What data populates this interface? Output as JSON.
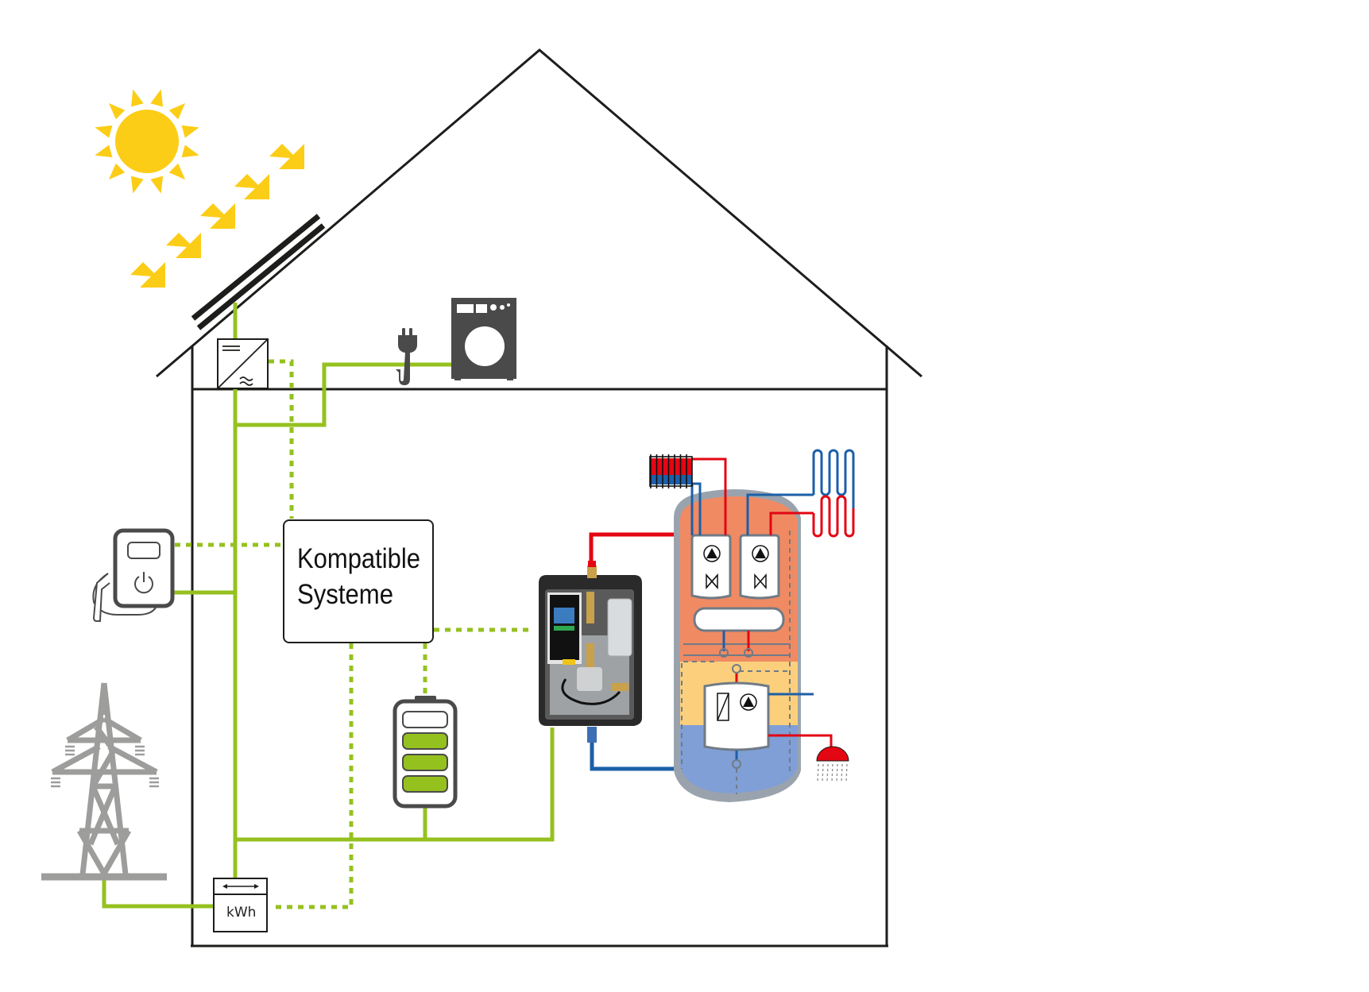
{
  "title": "Kompatible Systeme",
  "diagram": {
    "central_box": {
      "line1": "Kompatible",
      "line2": "Systeme"
    },
    "meter": {
      "label": "kWh",
      "symbol": "bidirectional-arrow"
    },
    "components": [
      {
        "id": "sun",
        "icon": "sun-icon"
      },
      {
        "id": "sun-rays",
        "icon": "sunlight-arrows-icon"
      },
      {
        "id": "pv-panel",
        "icon": "solar-panel-icon"
      },
      {
        "id": "inverter",
        "icon": "dc-ac-inverter-icon"
      },
      {
        "id": "plug",
        "icon": "power-plug-icon"
      },
      {
        "id": "washing-machine",
        "icon": "washing-machine-icon"
      },
      {
        "id": "wallbox",
        "icon": "ev-charger-icon"
      },
      {
        "id": "power-pylon",
        "icon": "transmission-tower-icon"
      },
      {
        "id": "battery",
        "icon": "battery-icon",
        "charge_level": 0.75,
        "segments_filled": 3,
        "segments_total": 4
      },
      {
        "id": "heat-pump-station",
        "icon": "heat-pump-station-icon"
      },
      {
        "id": "storage-tank",
        "icon": "buffer-tank-icon"
      },
      {
        "id": "radiator",
        "icon": "radiator-icon"
      },
      {
        "id": "underfloor-heating",
        "icon": "floor-heating-coil-icon"
      },
      {
        "id": "shower",
        "icon": "shower-head-icon"
      }
    ],
    "legend": {
      "power_line": "solid",
      "data_line": "dotted"
    }
  },
  "colors": {
    "green": "#95c11f",
    "sun": "#fccd16",
    "hot": "#e30613",
    "cold": "#1d5fa8",
    "tank_top": "#f08a63",
    "tank_mid": "#fbcf7c",
    "tank_bottom": "#7f9fd6",
    "tank_shell": "#9aa3ad",
    "outline": "#1d1d1b",
    "icon_grey": "#4b4a4a",
    "pylon_grey": "#9d9d9c"
  }
}
